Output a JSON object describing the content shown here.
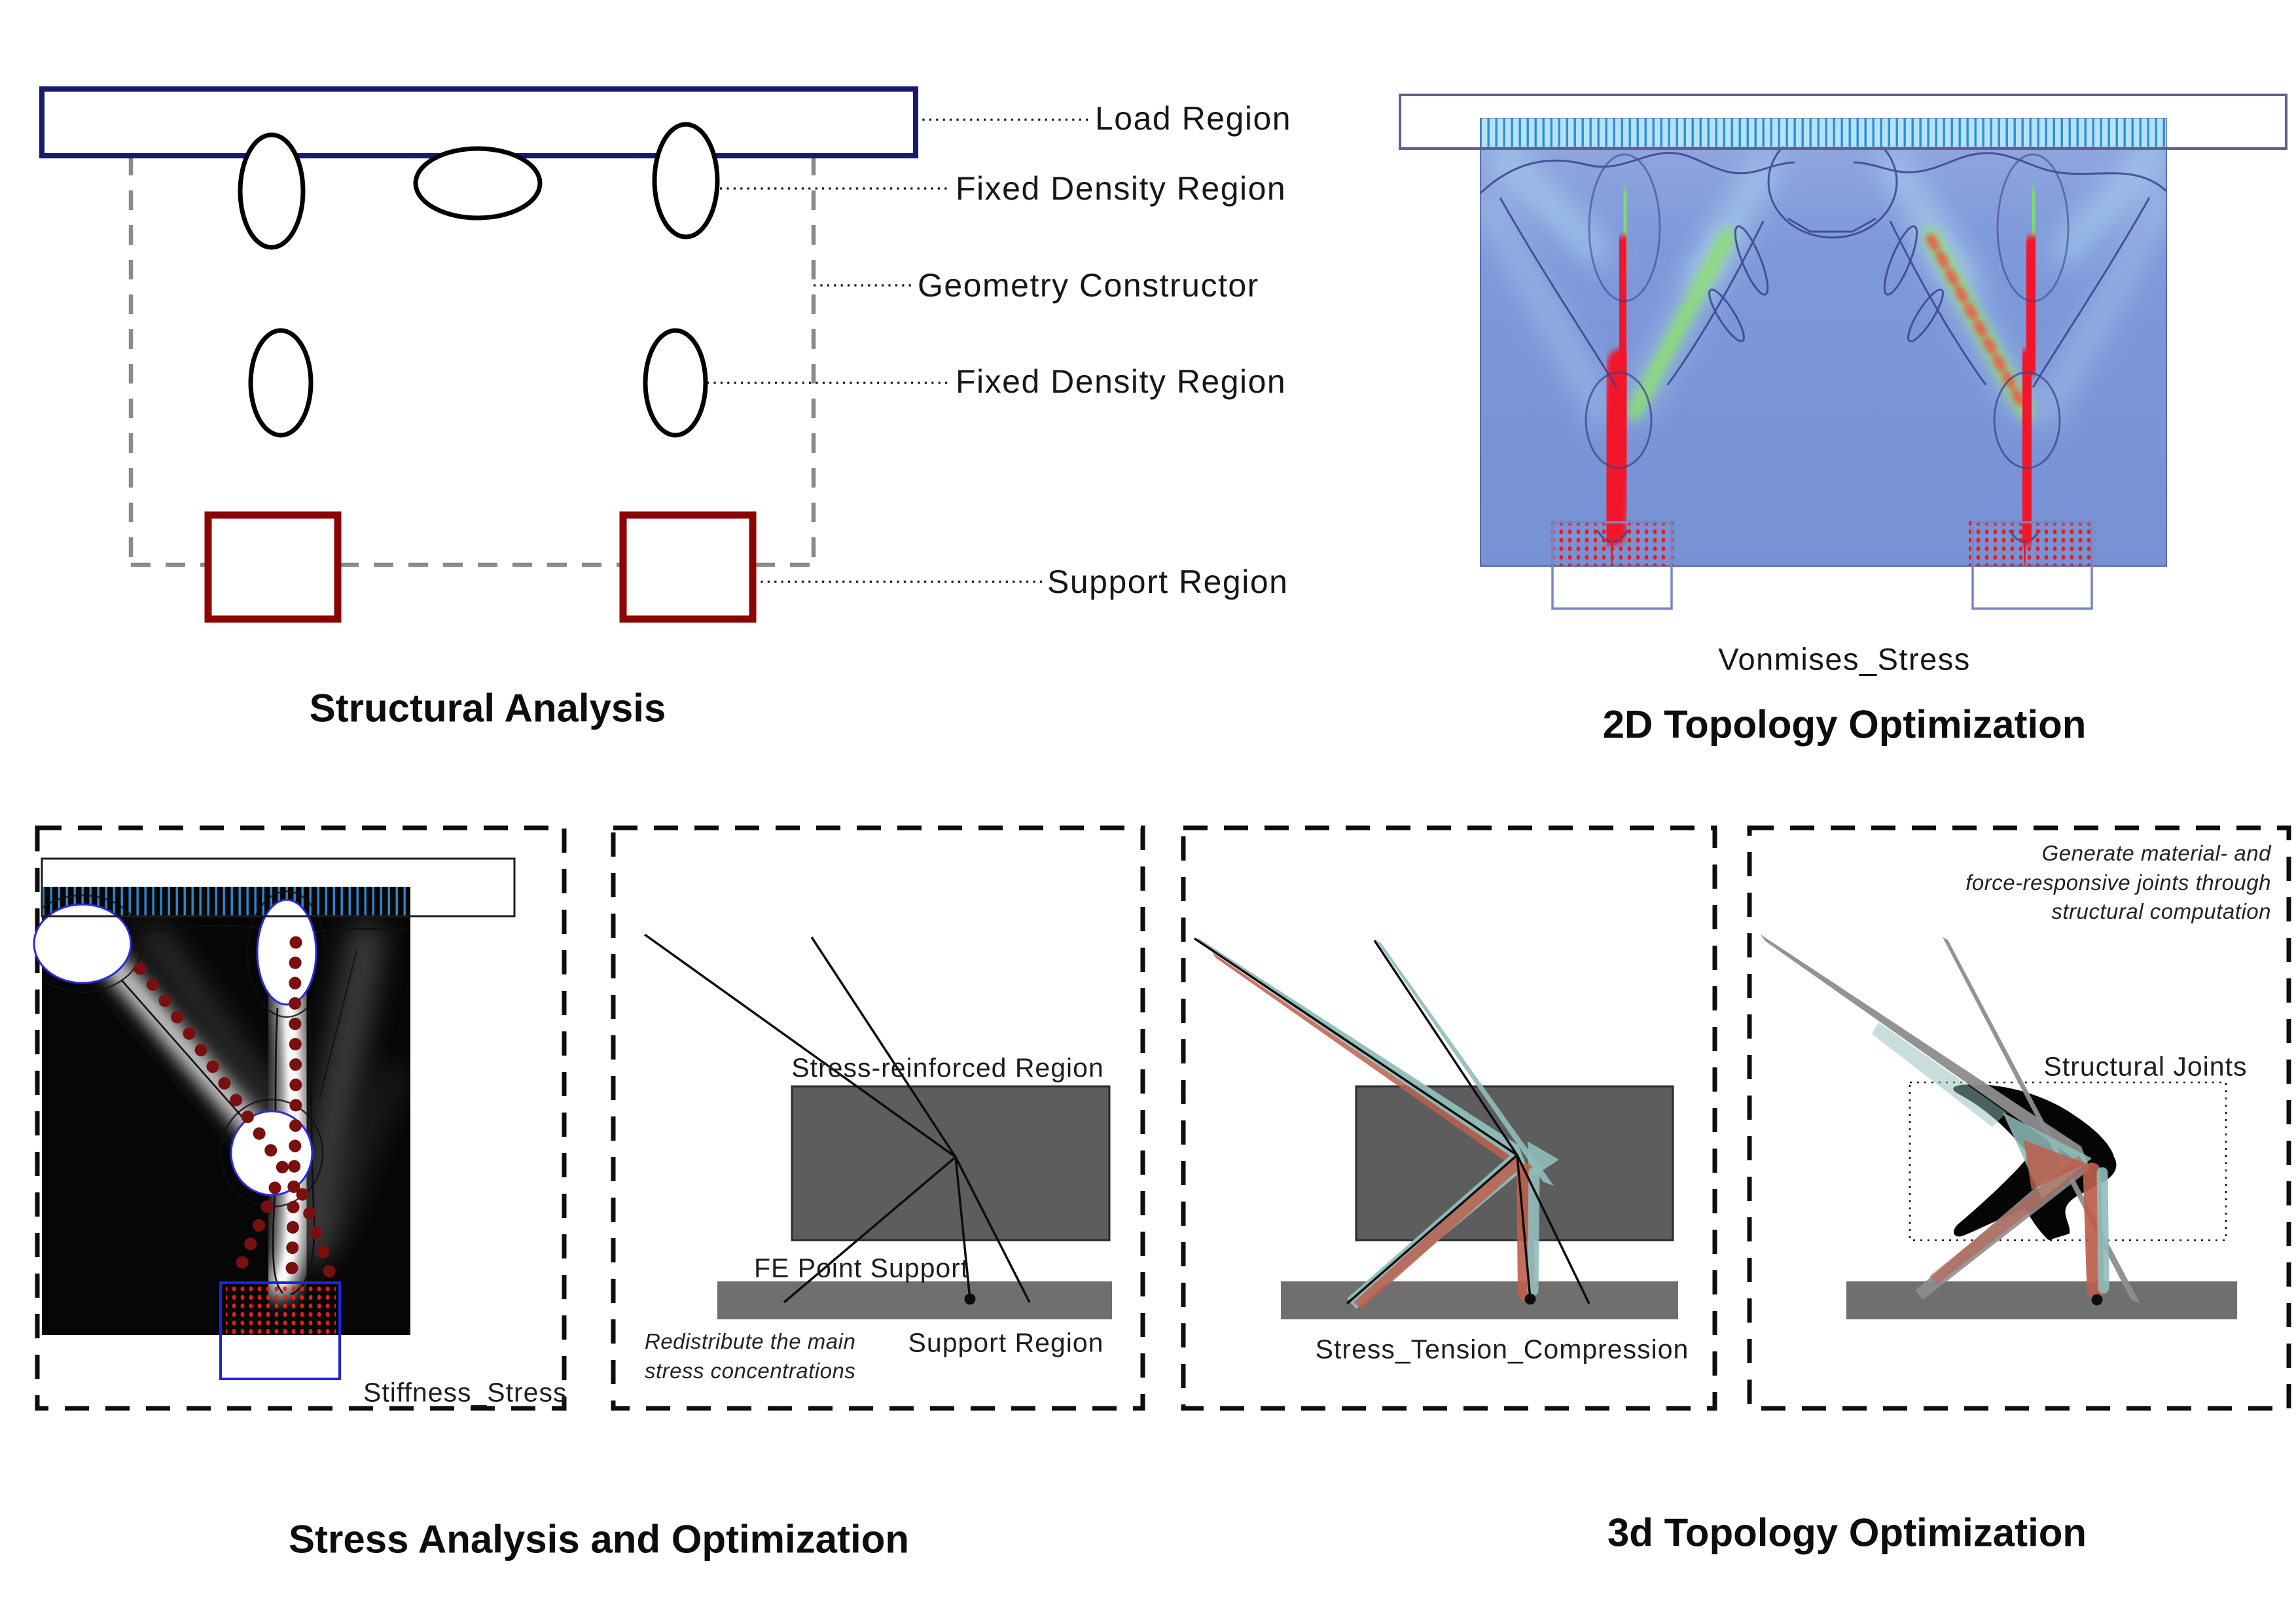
{
  "structural_analysis": {
    "title": "Structural Analysis",
    "labels": {
      "load_region": "Load Region",
      "fixed_density_top": "Fixed Density Region",
      "geometry_constructor": "Geometry Constructor",
      "fixed_density_mid": "Fixed Density Region",
      "support_region": "Support Region"
    }
  },
  "topology_2d": {
    "caption": "Vonmises_Stress",
    "title": "2D Topology Optimization"
  },
  "stress_analysis": {
    "title": "Stress Analysis and Optimization",
    "stiffness_caption": "Stiffness_Stress",
    "reinforced_label": "Stress-reinforced Region",
    "fe_point_label": "FE Point Support",
    "support_label": "Support Region",
    "note_line1": "Redistribute the main",
    "note_line2": "stress concentrations"
  },
  "topology_3d": {
    "title": "3d Topology Optimization",
    "tension_caption": "Stress_Tension_Compression",
    "joints_label": "Structural Joints",
    "note_line1": "Generate material- and",
    "note_line2": "force-responsive joints through",
    "note_line3": "structural computation"
  },
  "palette": {
    "load_outline_navy": "#191970",
    "support_outline_darkred": "#8c0404",
    "dash_gray": "#8a8a8a",
    "field_blue": "#7b95d7",
    "hatch_line_blue": "#2e8ed8",
    "hatch_bg_blue": "#b6e2f8",
    "stress_red": "#f2142c",
    "stress_green": "#7fde66",
    "glow_cyan": "#bfe4f5",
    "contour_navy": "#39418c",
    "region_gray": "#5d5d5d",
    "bar_gray": "#6f6f6f",
    "strut_teal": "#8fbdba",
    "strut_red": "#bc5f4d",
    "strut_gray": "#8d8d8d",
    "marker_darkred": "#7a0f0f",
    "grid_dot_red": "#ea1c1c",
    "support_box_blue": "#2222dd",
    "periwinkle_outline": "#7b85c4"
  }
}
